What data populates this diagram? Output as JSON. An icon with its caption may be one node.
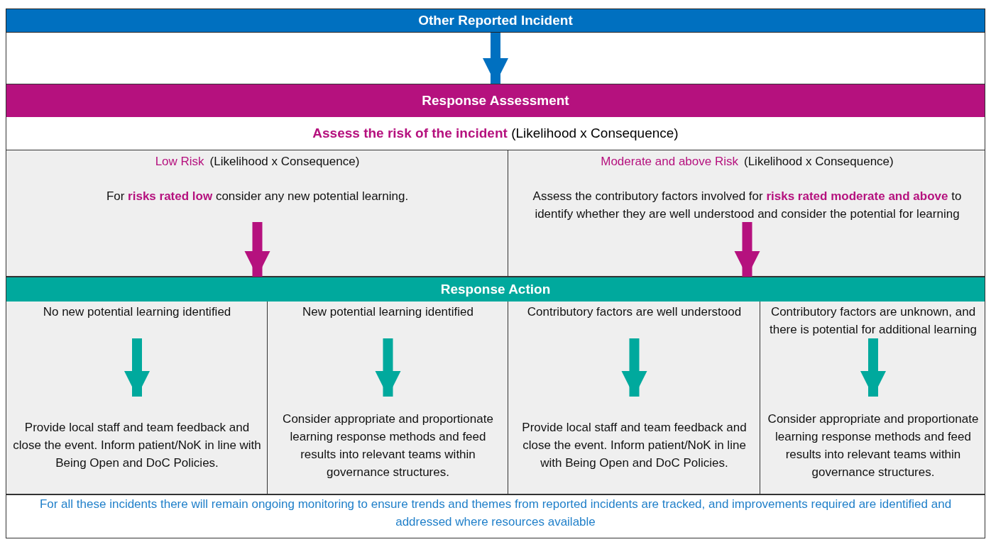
{
  "diagram": {
    "nodes": [
      {
        "text": [
          "Other Reported Incident"
        ]
      },
      {
        "text": [
          "Response Assessment",
          "**Assess the risk of the incident** (Likelihood x Consequence)"
        ]
      },
      {
        "text": [
          "Low Risk",
          "(Likelihood x Consequence)",
          "For **risks rated low** consider any new potential learning."
        ],
        "in": 1
      },
      {
        "text": [
          "Moderate and above Risk",
          "(Likelihood x Consequence)",
          "Assess the contributory factors involved for **risks rated moderate and above** to identify whether they are well understood and consider the potential for learning"
        ],
        "in": 1
      },
      {
        "text": [
          "Response Action"
        ]
      },
      {
        "text": [
          "No new potential learning identified"
        ],
        "in": 4
      },
      {
        "text": [
          "New potential learning identified"
        ],
        "in": 4
      },
      {
        "text": [
          "Contributory factors are well understood"
        ],
        "in": 4
      },
      {
        "text": [
          "Contributory factors are unknown, and there is potential for additional learning"
        ],
        "in": 4
      },
      {
        "text": [
          "Provide local staff and team feedback and close the event. Inform patient/NoK in line with Being Open and DoC Policies."
        ],
        "in": 4
      },
      {
        "text": [
          "Consider appropriate and proportionate learning response methods and feed results into relevant teams within governance structures."
        ],
        "in": 4
      },
      {
        "text": [
          "Provide local staff and team feedback and close the event. Inform patient/NoK in line with Being Open and DoC Policies."
        ],
        "in": 4
      },
      {
        "text": [
          "Consider appropriate and proportionate learning response methods and feed results into relevant teams within governance structures."
        ],
        "in": 4
      },
      {
        "text": [
          "For all these incidents there will remain ongoing monitoring to ensure trends and themes from reported incidents are tracked, and improvements required are identified and addressed where resources available"
        ]
      }
    ],
    "edges": [
      {
        "from": 0,
        "to": 1,
        "arrow": "to",
        "color": "#0070c0"
      },
      {
        "from": 2,
        "to": 4,
        "arrow": "to",
        "color": "#b5117e"
      },
      {
        "from": 3,
        "to": 4,
        "arrow": "to",
        "color": "#b5117e"
      },
      {
        "from": 5,
        "to": 9,
        "arrow": "to"
      },
      {
        "from": 6,
        "to": 10,
        "arrow": "to"
      },
      {
        "from": 7,
        "to": 11,
        "arrow": "to"
      },
      {
        "from": 8,
        "to": 12,
        "arrow": "to"
      }
    ]
  }
}
